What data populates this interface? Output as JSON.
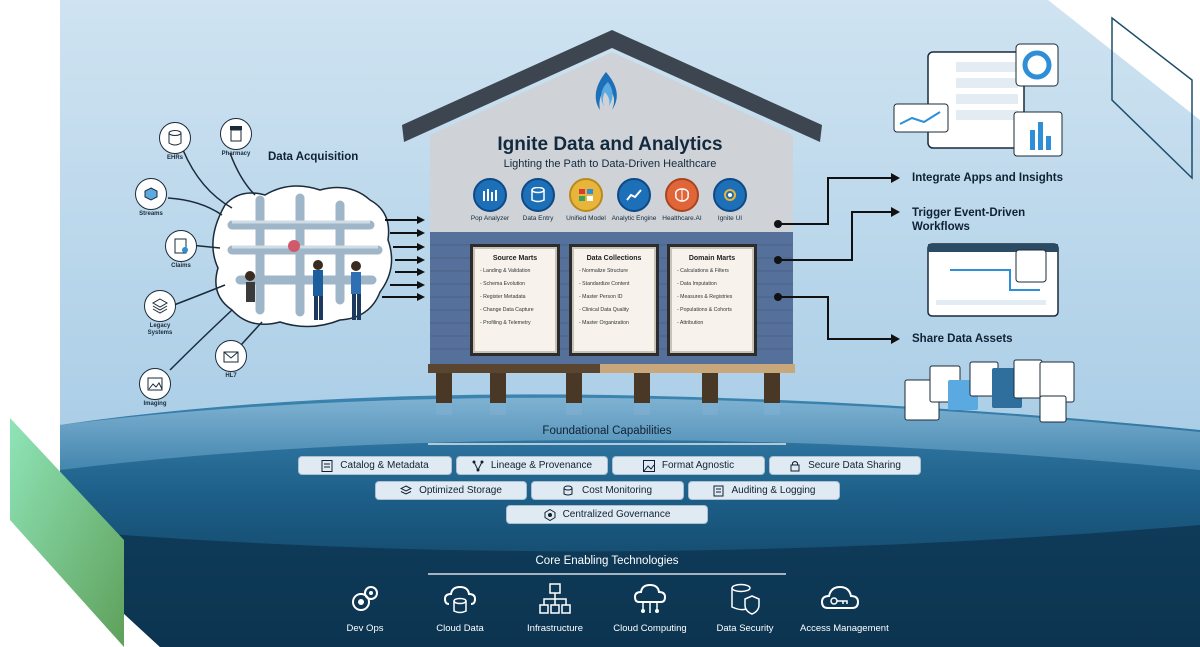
{
  "header": {
    "title": "Ignite Data and Analytics",
    "subtitle": "Lighting the Path to Data-Driven Healthcare"
  },
  "acquisition": {
    "label": "Data Acquisition",
    "sources": [
      {
        "name": "EHRs",
        "icon": "database-icon"
      },
      {
        "name": "Pharmacy",
        "icon": "pill-bottle-icon"
      },
      {
        "name": "Streams",
        "icon": "streams-icon"
      },
      {
        "name": "Claims",
        "icon": "claims-document-icon"
      },
      {
        "name": "Legacy Systems",
        "icon": "layers-icon"
      },
      {
        "name": "HL7",
        "icon": "hl7-envelope-icon"
      },
      {
        "name": "Imaging",
        "icon": "image-icon"
      }
    ]
  },
  "tools": [
    {
      "label": "Pop Analyzer",
      "icon": "pop-analyzer-icon"
    },
    {
      "label": "Data Entry",
      "icon": "data-entry-icon"
    },
    {
      "label": "Unified Model",
      "icon": "unified-model-icon"
    },
    {
      "label": "Analytic Engine",
      "icon": "analytic-engine-icon"
    },
    {
      "label": "Healthcare.AI",
      "icon": "brain-icon"
    },
    {
      "label": "Ignite UI",
      "icon": "ignite-ui-icon"
    }
  ],
  "boards": [
    {
      "title": "Source Marts",
      "items": [
        "Landing & Validation",
        "Schema Evolution",
        "Register Metadata",
        "Change Data Capture",
        "Profiling & Telemetry"
      ]
    },
    {
      "title": "Data Collections",
      "items": [
        "Normalize Structure",
        "Standardize Content",
        "Master Person ID",
        "Clinical Data Quality",
        "Master Organization"
      ]
    },
    {
      "title": "Domain Marts",
      "items": [
        "Calculations & Filters",
        "Data Imputation",
        "Measures & Registries",
        "Populations & Cohorts",
        "Attribution"
      ]
    }
  ],
  "outputs": [
    "Integrate Apps and Insights",
    "Trigger Event-Driven Workflows",
    "Share Data Assets"
  ],
  "foundational": {
    "heading": "Foundational Capabilities",
    "items": [
      {
        "label": "Catalog & Metadata",
        "icon": "catalog-icon"
      },
      {
        "label": "Lineage & Provenance",
        "icon": "lineage-icon"
      },
      {
        "label": "Format Agnostic",
        "icon": "image-format-icon"
      },
      {
        "label": "Secure Data Sharing",
        "icon": "secure-share-icon"
      },
      {
        "label": "Optimized Storage",
        "icon": "storage-icon"
      },
      {
        "label": "Cost Monitoring",
        "icon": "cost-icon"
      },
      {
        "label": "Auditing & Logging",
        "icon": "audit-icon"
      },
      {
        "label": "Centralized Governance",
        "icon": "governance-icon"
      }
    ]
  },
  "core": {
    "heading": "Core Enabling Technologies",
    "items": [
      {
        "label": "Dev Ops",
        "icon": "gears-icon"
      },
      {
        "label": "Cloud Data",
        "icon": "cloud-database-icon"
      },
      {
        "label": "Infrastructure",
        "icon": "infrastructure-icon"
      },
      {
        "label": "Cloud Computing",
        "icon": "cloud-computing-icon"
      },
      {
        "label": "Data Security",
        "icon": "shield-database-icon"
      },
      {
        "label": "Access Management",
        "icon": "cloud-key-icon"
      }
    ]
  },
  "colors": {
    "sky": "#aed1ea",
    "water": "#2f74a0",
    "deep": "#0e3a55",
    "roof": "#3d4650",
    "wall": "#55709a",
    "accent": "#1d6fb8",
    "flame": "#1d6fb8",
    "green": "#7ed6a5"
  }
}
